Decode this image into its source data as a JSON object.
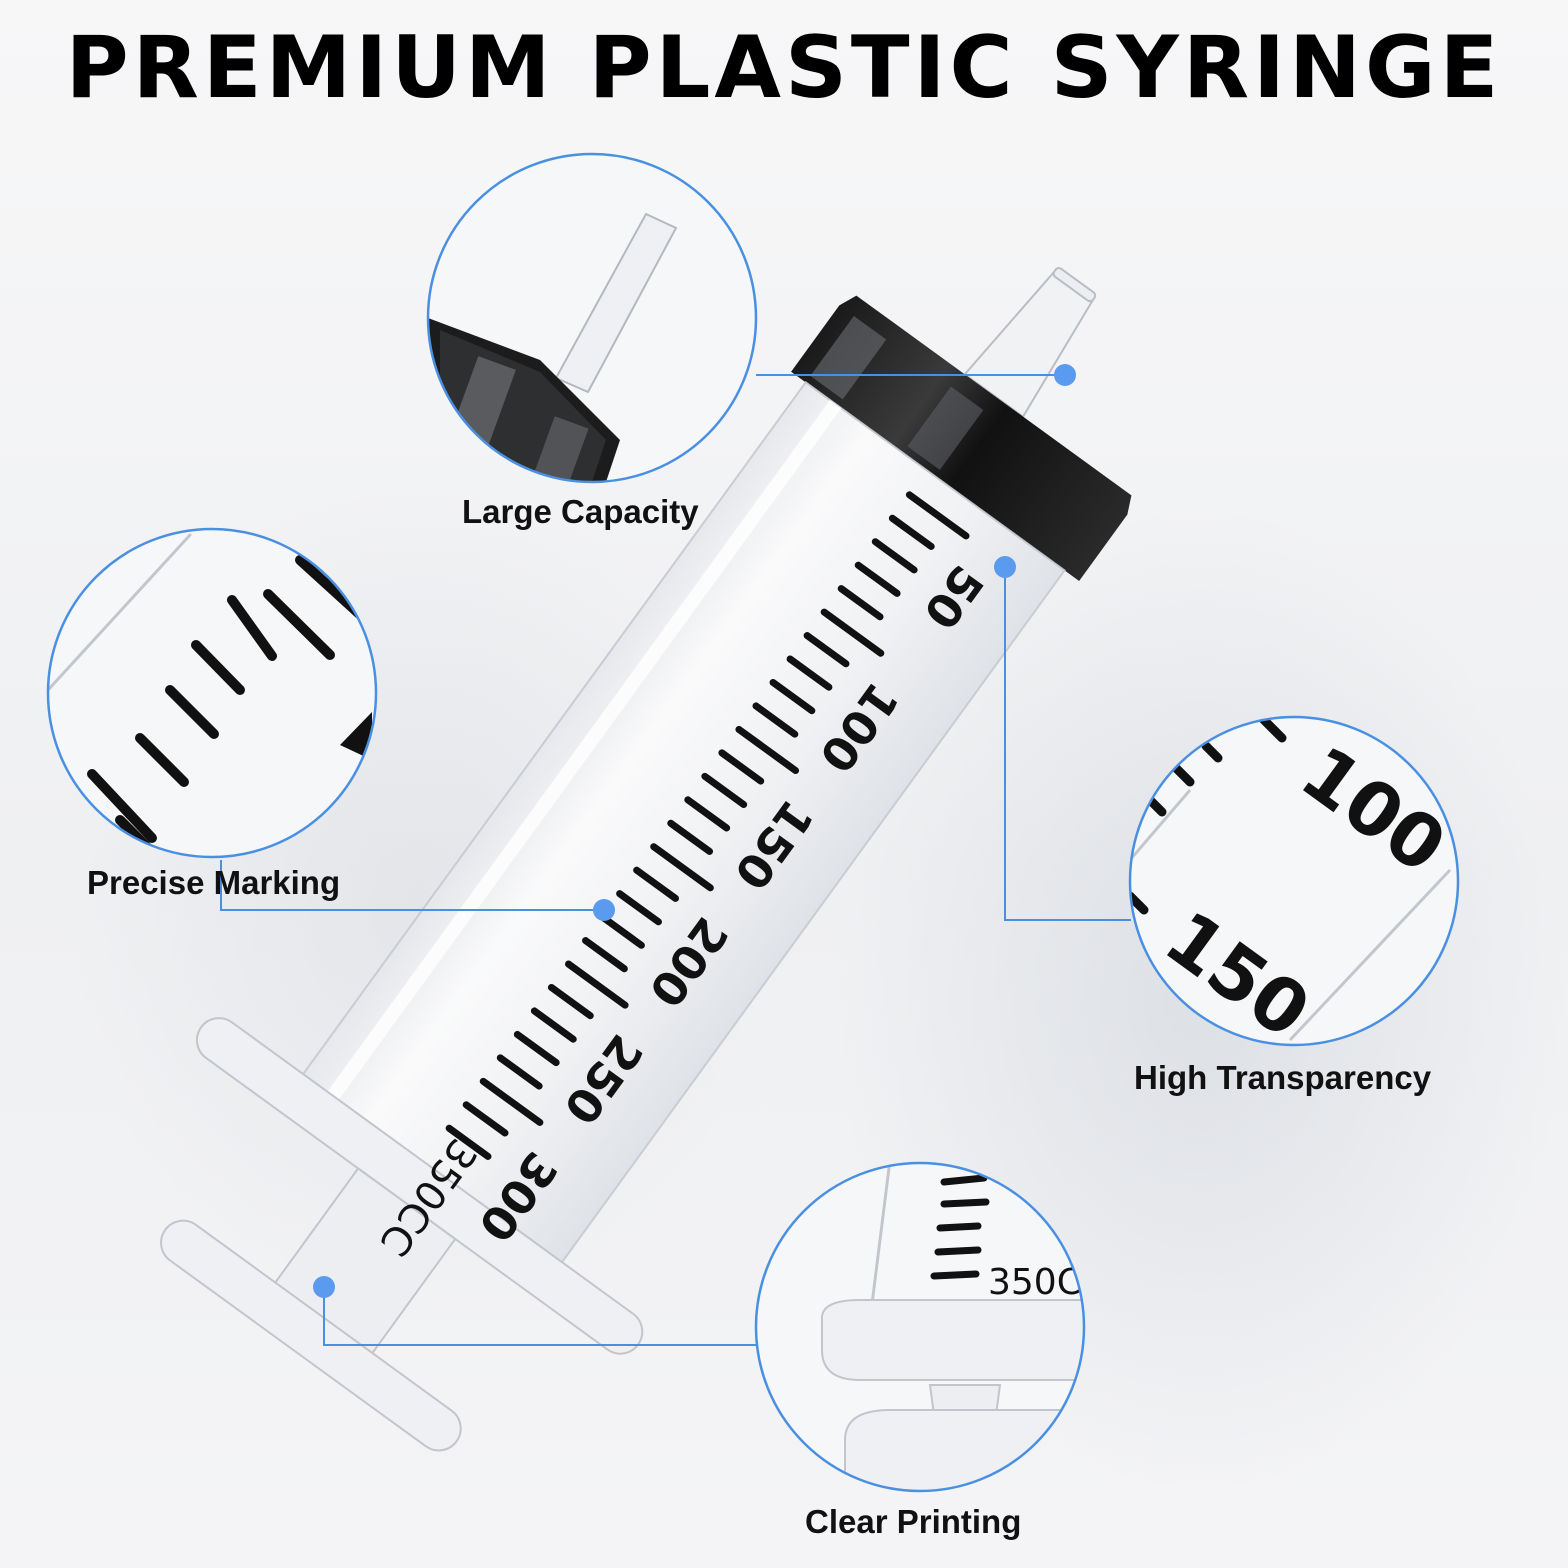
{
  "title": "PREMIUM PLASTIC SYRINGE",
  "features": {
    "large_capacity": "Large Capacity",
    "precise_marking": "Precise Marking",
    "high_transparency": "High Transparency",
    "clear_printing": "Clear Printing"
  },
  "syringe": {
    "scale_labels": [
      "50",
      "100",
      "150",
      "200",
      "250",
      "300"
    ],
    "capacity_label": "350CC"
  },
  "zoom_transparency": {
    "labels": [
      "100",
      "150"
    ]
  },
  "zoom_printing": {
    "label": "350C"
  },
  "colors": {
    "callout_blue": "#4a90e2",
    "dot_blue": "#5b9bef",
    "marking_black": "#111111"
  }
}
